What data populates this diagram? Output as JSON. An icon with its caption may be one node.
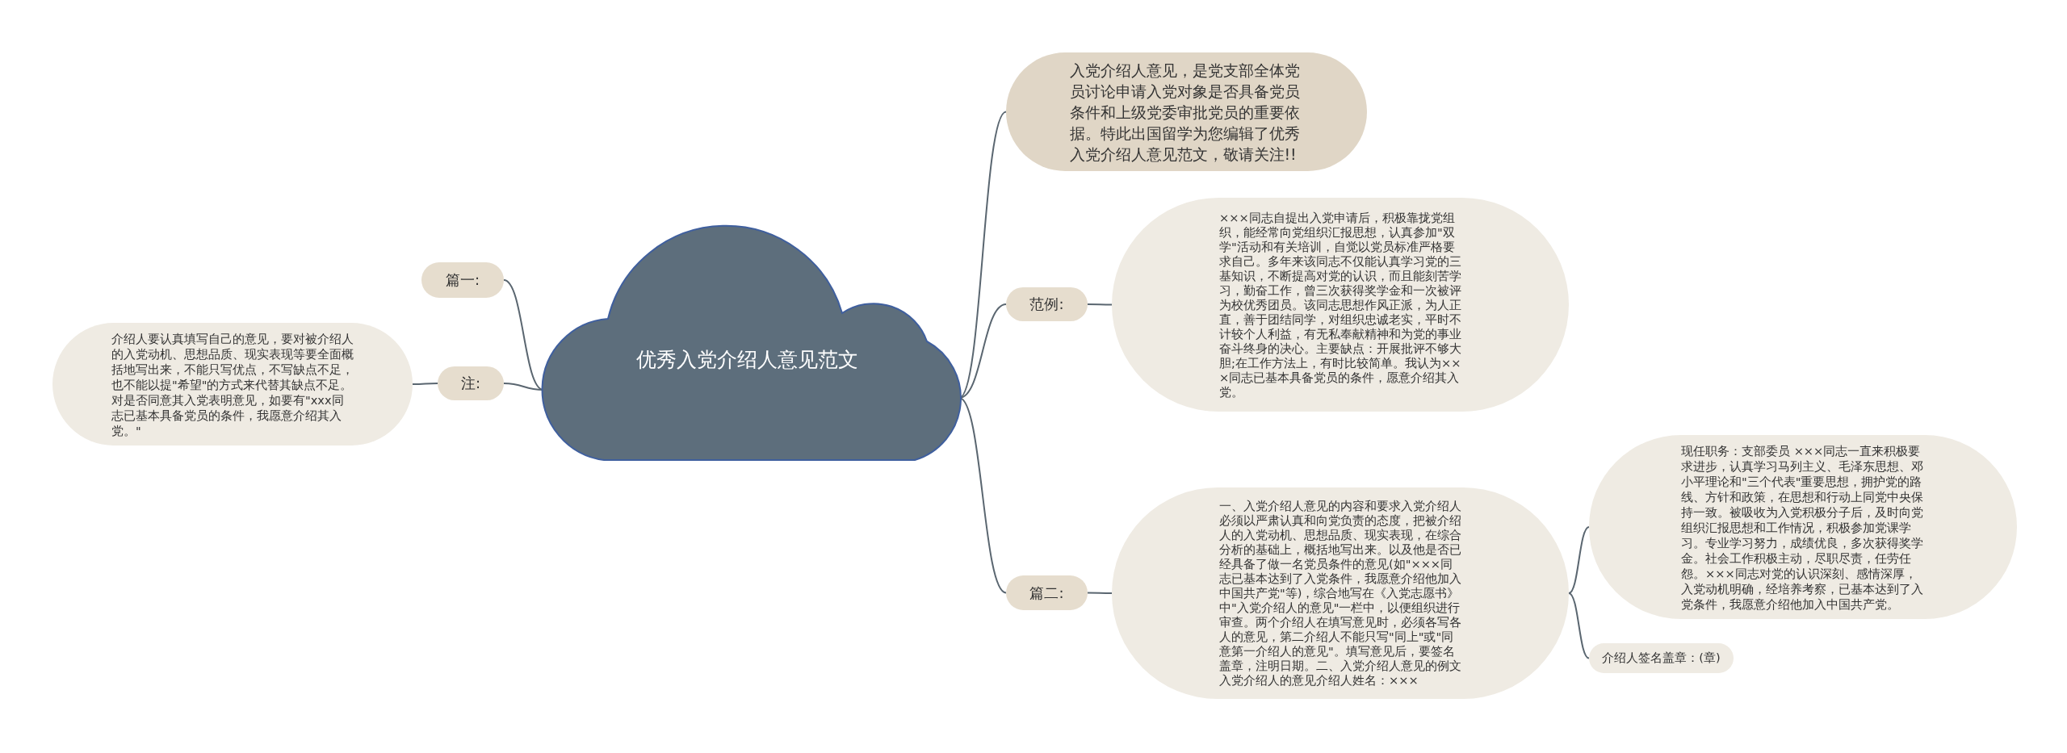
{
  "diagram": {
    "nodes": [
      {
        "text": [
          "优秀入党介绍人意见范文"
        ]
      },
      {
        "text": [
          "入党介绍人意见，是党支部全体党员讨论申请入党对象是否具备党员条件和上级党委审批党员的重要依据。特此出国留学为您编辑了优秀入党介绍人意见范文，敬请关注!!"
        ]
      },
      {
        "text": [
          "篇一:"
        ]
      },
      {
        "text": [
          "注:"
        ]
      },
      {
        "text": [
          "介绍人要认真填写自己的意见，要对被介绍人的入党动机、思想品质、现实表现等要全面概括地写出来，不能只写优点，不写缺点不足，也不能以提\"希望\"的方式来代替其缺点不足。对是否同意其入党表明意见，如要有\"xxx同志已基本具备党员的条件，我愿意介绍其入党。\""
        ]
      },
      {
        "text": [
          "范例:"
        ]
      },
      {
        "text": [
          "×××同志自提出入党申请后，积极靠拢党组织，能经常向党组织汇报思想，认真参加\"双学\"活动和有关培训，自觉以党员标准严格要求自己。多年来该同志不仅能认真学习党的三基知识，不断提高对党的认识，而且能刻苦学习，勤奋工作，曾三次获得奖学金和一次被评为校优秀团员。该同志思想作风正派，为人正直，善于团结同学，对组织忠诚老实，平时不计较个人利益，有无私奉献精神和为党的事业奋斗终身的决心。主要缺点：开展批评不够大胆;在工作方法上，有时比较简单。我认为×××同志已基本具备党员的条件，愿意介绍其入党。"
        ]
      },
      {
        "text": [
          "篇二:"
        ]
      },
      {
        "text": [
          "一、入党介绍人意见的内容和要求入党介绍人必须以严肃认真和向党负责的态度，把被介绍人的入党动机、思想品质、现实表现，在综合分析的基础上，概括地写出来。以及他是否已经具备了做一名党员条件的意见(如\"×××同志已基本达到了入党条件，我愿意介绍他加入中国共产党\"等)，综合地写在《入党志愿书》中\"入党介绍人的意见\"一栏中，以便组织进行审查。两个介绍人在填写意见时，必须各写各人的意见，第二介绍人不能只写\"同上\"或\"同意第一介绍人的意见\"。填写意见后，要签名盖章，注明日期。二、入党介绍人意见的例文入党介绍人的意见介绍人姓名：×××"
        ]
      },
      {
        "text": [
          "现任职务：支部委员 ×××同志一直来积极要求进步，认真学习马列主义、毛泽东思想、邓小平理论和\"三个代表\"重要思想，拥护党的路线、方针和政策，在思想和行动上同党中央保持一致。被吸收为入党积极分子后，及时向党组织汇报思想和工作情况，积极参加党课学习。专业学习努力，成绩优良，多次获得奖学金。社会工作积极主动，尽职尽责，任劳任怨。×××同志对党的认识深刻、感情深厚，入党动机明确，经培养考察，已基本达到了入党条件，我愿意介绍他加入中国共产党。"
        ]
      },
      {
        "text": [
          "介绍人签名盖章：(章)"
        ]
      }
    ],
    "edges": [
      {
        "from": 0,
        "to": 1,
        "arrow": "none"
      },
      {
        "from": 0,
        "to": 5,
        "arrow": "none"
      },
      {
        "from": 0,
        "to": 7,
        "arrow": "none"
      },
      {
        "from": 0,
        "to": 2,
        "arrow": "none"
      },
      {
        "from": 0,
        "to": 3,
        "arrow": "none"
      },
      {
        "from": 3,
        "to": 4,
        "arrow": "none"
      },
      {
        "from": 5,
        "to": 6,
        "arrow": "none"
      },
      {
        "from": 7,
        "to": 8,
        "arrow": "none"
      },
      {
        "from": 8,
        "to": 9,
        "arrow": "none"
      },
      {
        "from": 8,
        "to": 10,
        "arrow": "none"
      }
    ]
  }
}
